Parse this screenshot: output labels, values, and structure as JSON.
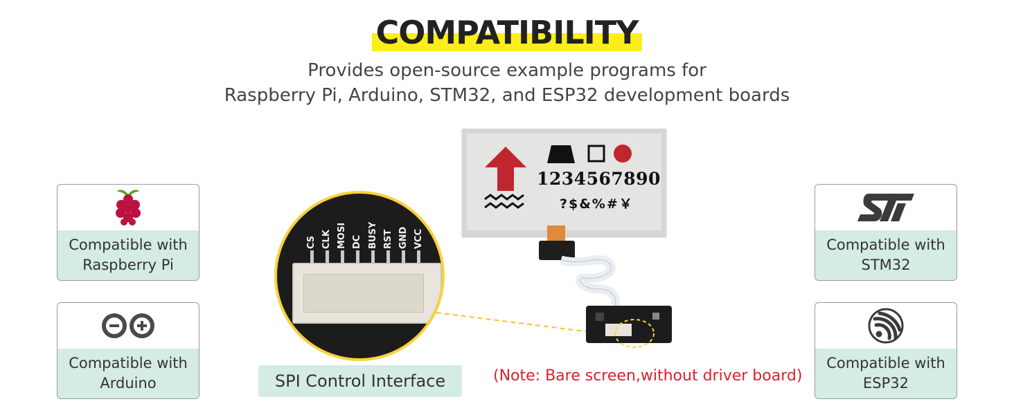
{
  "header": {
    "title": "COMPATIBILITY",
    "subtitle_line1": "Provides open-source example programs for",
    "subtitle_line2": "Raspberry Pi, Arduino, STM32, and ESP32 development boards"
  },
  "colors": {
    "highlight": "#fdee1a",
    "card_label_bg": "#d5ebe5",
    "note_red": "#d9202f",
    "zoom_ring": "#fcd23a",
    "epaper_red": "#c0272d"
  },
  "cards": [
    {
      "icon": "raspberry-pi-logo-icon",
      "line1": "Compatible with",
      "line2": "Raspberry Pi"
    },
    {
      "icon": "arduino-logo-icon",
      "line1": "Compatible with",
      "line2": "Arduino"
    },
    {
      "icon": "st-logo-icon",
      "line1": "Compatible with",
      "line2": "STM32"
    },
    {
      "icon": "espressif-logo-icon",
      "line1": "Compatible with",
      "line2": "ESP32"
    }
  ],
  "spi": {
    "label": "SPI Control Interface",
    "pins": [
      "CS",
      "CLK",
      "MOSI",
      "DC",
      "BUSY",
      "RST",
      "GND",
      "VCC"
    ]
  },
  "display": {
    "digits": "1234567890",
    "symbols": "?$&%#￥"
  },
  "note": {
    "open_paren": "(",
    "prefix": "Note:",
    "text": " Bare screen,without driver board)"
  }
}
